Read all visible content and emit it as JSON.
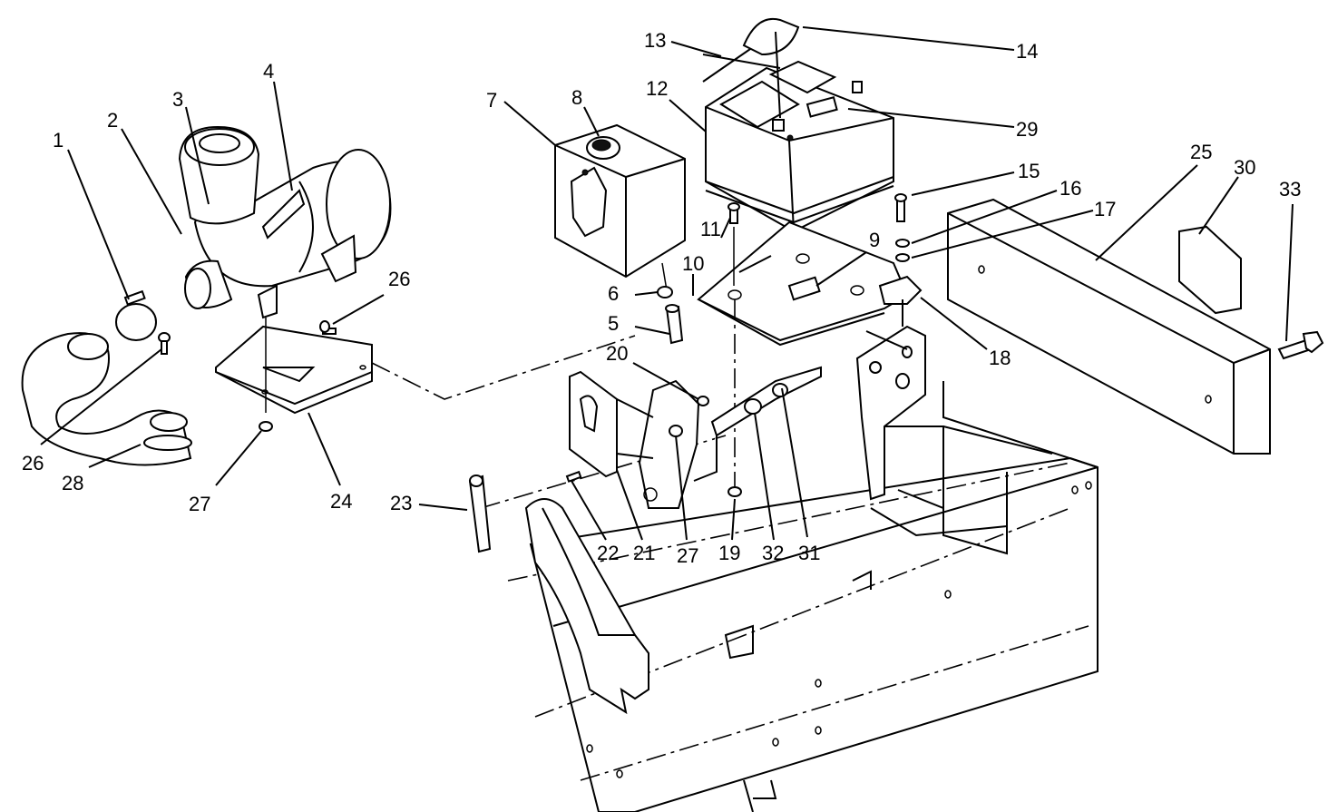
{
  "callouts": [
    {
      "label": "1"
    },
    {
      "label": "2"
    },
    {
      "label": "3"
    },
    {
      "label": "4"
    },
    {
      "label": "5"
    },
    {
      "label": "6"
    },
    {
      "label": "7"
    },
    {
      "label": "8"
    },
    {
      "label": "9"
    },
    {
      "label": "10"
    },
    {
      "label": "11"
    },
    {
      "label": "12"
    },
    {
      "label": "13"
    },
    {
      "label": "14"
    },
    {
      "label": "15"
    },
    {
      "label": "16"
    },
    {
      "label": "17"
    },
    {
      "label": "18"
    },
    {
      "label": "19"
    },
    {
      "label": "20"
    },
    {
      "label": "21"
    },
    {
      "label": "22"
    },
    {
      "label": "23"
    },
    {
      "label": "24"
    },
    {
      "label": "25"
    },
    {
      "label": "26"
    },
    {
      "label": "26"
    },
    {
      "label": "27"
    },
    {
      "label": "27"
    },
    {
      "label": "28"
    },
    {
      "label": "29"
    },
    {
      "label": "30"
    },
    {
      "label": "31"
    },
    {
      "label": "32"
    },
    {
      "label": "33"
    }
  ]
}
